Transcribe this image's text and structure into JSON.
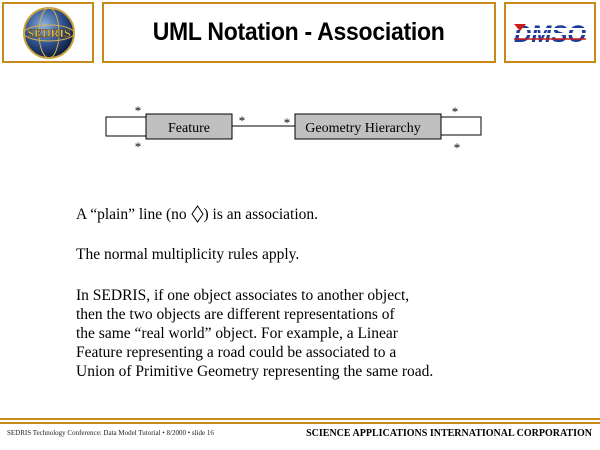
{
  "header": {
    "title": "UML Notation - Association",
    "logo_left_text": "SEDRIS",
    "logo_right_text": "DMSO"
  },
  "diagram": {
    "class_left": "Feature",
    "class_right": "Geometry Hierarchy",
    "mult_star": "*"
  },
  "body": {
    "para1_before": "A “plain” line (no ",
    "para1_after": ") is an association.",
    "para2": "The normal multiplicity rules apply.",
    "para3_lines": [
      "In SEDRIS, if one object associates to another object,",
      "then the two objects are different representations of",
      "the same “real world” object.  For example, a Linear",
      "Feature representing a road could be associated to a",
      "Union of Primitive Geometry representing the same road."
    ]
  },
  "footer": {
    "left": "SEDRIS Technology Conference: Data Model Tutorial • 8/2000 • slide 16",
    "right": "SCIENCE APPLICATIONS INTERNATIONAL CORPORATION"
  },
  "colors": {
    "frame": "#c88a1a",
    "class_fill": "#c0c0c0",
    "logo_blue": "#1a3d9a",
    "logo_red": "#cc1d1d"
  }
}
